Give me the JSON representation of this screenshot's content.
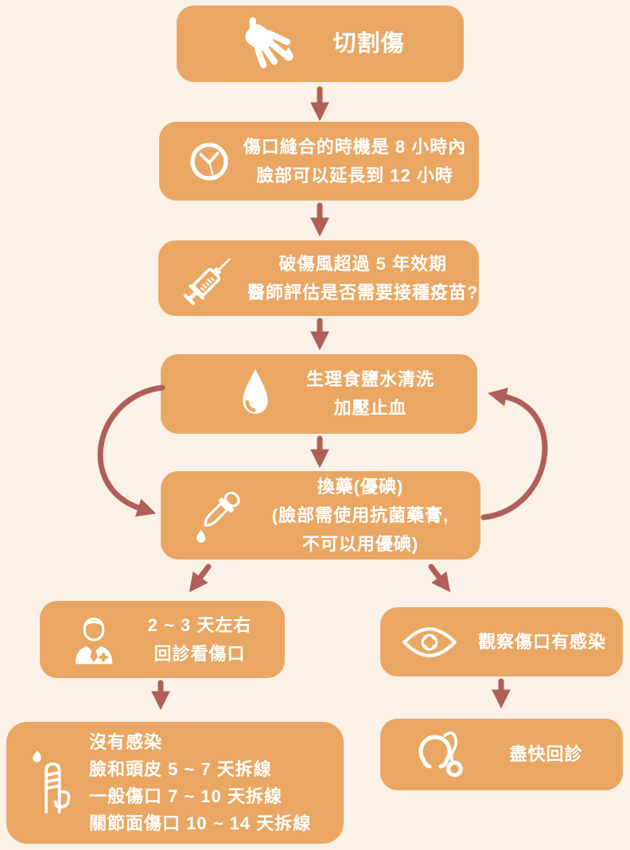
{
  "colors": {
    "background": "#FBF1E7",
    "box": "#E9A763",
    "arrow": "#B05F58",
    "text": "#FFFFFF"
  },
  "boxes": [
    {
      "icon": "hand-blood-drop-icon",
      "lines": [
        "切割傷"
      ]
    },
    {
      "icon": "clock-icon",
      "lines": [
        "傷口縫合的時機是 8 小時內",
        "臉部可以延長到 12 小時"
      ]
    },
    {
      "icon": "syringe-icon",
      "lines": [
        "破傷風超過 5 年效期",
        "醫師評估是否需要接種疫苗?"
      ]
    },
    {
      "icon": "water-drop-icon",
      "lines": [
        "生理食鹽水清洗",
        "加壓止血"
      ]
    },
    {
      "icon": "dropper-icon",
      "lines": [
        "換藥(優碘)",
        "(臉部需使用抗菌藥膏,",
        "不可以用優碘)"
      ]
    },
    {
      "icon": "doctor-icon",
      "lines": [
        "2 ~ 3 天左右",
        "回診看傷口"
      ]
    },
    {
      "icon": "eye-icon",
      "lines": [
        "觀察傷口有感染"
      ]
    },
    {
      "icon": "bandaged-finger-icon",
      "lines": [
        "沒有感染",
        "臉和頭皮 5 ~ 7 天拆線",
        "一般傷口 7 ~ 10 天拆線",
        "關節面傷口 10 ~ 14 天拆線"
      ]
    },
    {
      "icon": "stethoscope-icon",
      "lines": [
        "盡快回診"
      ]
    }
  ]
}
